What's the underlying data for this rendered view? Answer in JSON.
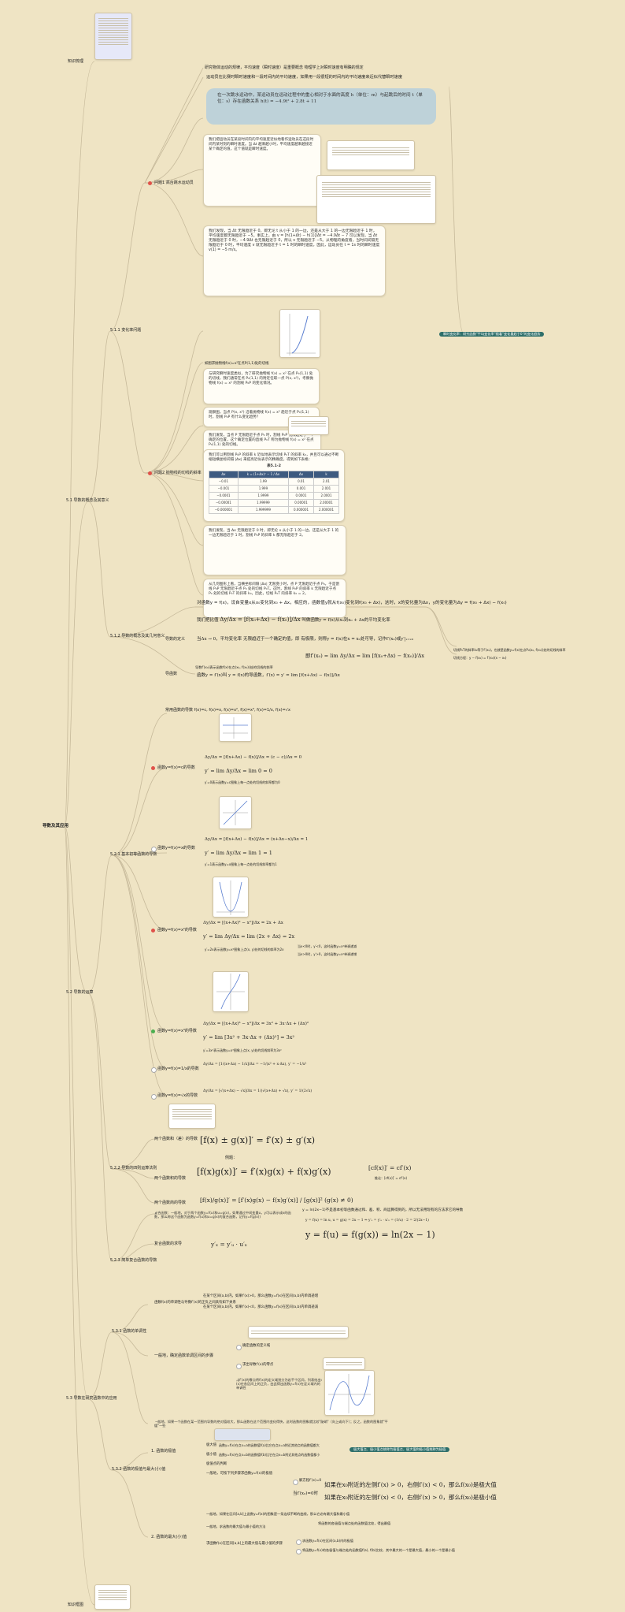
{
  "root": "导数及其应用",
  "branches": {
    "b1": "5.1 导数的概念及其意义",
    "b1_1": "5.1.1 变化率问题",
    "b1_1_a": "问题1 高台跳水运动员",
    "b1_1_b": "问题2 抛物线的切线的斜率",
    "b1_2": "5.1.2 导数的概念及其几何意义",
    "b2": "5.2 导数的运算",
    "b2_1": "5.2.1 基本初等函数的导数",
    "b2_2": "5.2.2 导数的四则运算法则",
    "b2_3": "5.2.3 简单复合函数的导数",
    "b3": "5.3 导数在研究函数中的应用",
    "b3_1": "5.3.1 函数的单调性",
    "b3_2": "5.3.2 函数的极值与最大(小)值",
    "top_note": "知识梳理",
    "bottom_note": "知识框图"
  },
  "texts": {
    "jump_intro": "研究物体运动的规律，平均速度（瞬时速度）是重要概念 物理学上对瞬时速度有明确的规定",
    "jump_q": "运动员在比赛时瞬时速度和一段时间内的平均速度，如果用一段很短的时间内的平均速度来近似代替瞬时速度",
    "jump_pill": "在一次跳水运动中，某运动员在运动过程中的重心相对于水面的高度 h（单位：m）与起跳后的时间 t（单位：s）存在函数关系 h(t) = −4.9t² + 2.8t + 11",
    "jump_box1": "我们把运动员在某段时间内的平均速度近似地看作运动员在这段时间内某时刻的瞬时速度。当 Δt 越来越小时，平均速度越来越接近某个确定的值，这个值就是瞬时速度。",
    "jump_box2": "我们发现，当 Δt 无限趋近于 0，即无论 t 从小于 1 的一边，还是从大于 1 的一边无限趋近于 1 时，平均速度都无限趋近于 −5。事实上，由 v = [h(1+Δt) − h(1)]/Δt = −4.9Δt − 7 可以发现，当 Δt 无限趋近于 0 时，−4.9Δt 也无限趋近于 0，所以 v 无限趋近于 −5。从物理的角度看，当时间间隔无限趋近于 0 时，平均速度 v 就无限趋近于 t = 1 时的瞬时速度，因此，运动员在 t = 1s 时的瞬时速度 v(1) = −5 m/s。",
    "tan_title": "如图求抛物线f(x)=x²在点P(1,1)处的切线",
    "tan_box1": "与研究瞬时速度类似，为了研究抛物线 f(x) = x² 在点 P₀(1,1) 处的切线，我们通常在点 P₀(1,1) 的附近任取一点 P(x, x²)，考察抛物线 f(x) = x² 的割线 P₀P 的变化情况。",
    "tan_box2": "观察图，当点 P(x, x²) 沿着抛物线 f(x) = x² 趋近于点 P₀(1,1) 时，割线 P₀P 有什么变化趋势？",
    "tan_box3": "我们发现，当点 P 无限趋近于点 P₀ 时，割线 P₀P 无限趋近于一个确定的位置，这个确定位置的直线 P₀T 称为抛物线 f(x) = x² 在点 P₀(1,1) 处的切线。",
    "tan_box4": "我们可以用割线 P₀P 的斜率 k 近似地表示切线 P₀T 的斜率 k₀，并且可以通过不断缩短横坐标间隔 |Δx| 来提高近似表示的精确度，得到如下表格：",
    "tan_box5": "我们发现，当 Δx 无限趋近于 0 时，即无论 x 从小于 1 的一边，还是从大于 1 的一边无限趋近于 1 时，割线 P₀P 的斜率 k 都无限趋近于 2。",
    "tan_box6": "从几何图形上看，当横坐标间隔 |Δx| 无限变小时，点 P 无限趋近于点 P₀，于是割线 P₀P 无限趋近于点 P₀ 处的切线 P₀T。这时，割线 P₀P 的斜率 k 无限趋近于点 P₀ 处的切线 P₀T 的斜率 k₀，因此，切线 P₀T 的斜率 k₀ = 2。",
    "table_head": "表5.1-2",
    "table_cols": [
      "Δx",
      "k = (1+Δx)² − 1 / Δx",
      "Δx",
      "k"
    ],
    "table_rows": [
      [
        "−0.01",
        "1.99",
        "0.01",
        "2.01"
      ],
      [
        "−0.001",
        "1.999",
        "0.001",
        "2.001"
      ],
      [
        "−0.0001",
        "1.9999",
        "0.0001",
        "2.0001"
      ],
      [
        "−0.00001",
        "1.99999",
        "0.00001",
        "2.00001"
      ],
      [
        "−0.000001",
        "1.999999",
        "0.000001",
        "2.000001"
      ]
    ],
    "deriv_def": "导数的定义",
    "deriv_p1": "对函数y = f(x)，设自变量x从x₀变化到x₀ + Δx，相应的，函数值y就从f(x₀)变化到f(x₀ + Δx)，这时，x的变化量为Δx，y的变化量为Δy = f(x₀ + Δx) − f(x₀)",
    "deriv_p2a": "我们把比值",
    "deriv_p2b": "叫做函数y = f(x)从x₀到x₀ + Δx的平均变化率",
    "deriv_p3a": "当Δx → 0，平均变化率",
    "deriv_p3b": "无限趋近于一个确定的值，即",
    "deriv_p3c": "有极限，则称y = f(x)在x = x₀处可导，记作f′(x₀)或y′|ₓ₌ₓ₀",
    "deriv_lim": "即f′(x₀) = lim Δy/Δx = lim [f(x₀+Δx) − f(x₀)]/Δx",
    "deriv_side1": "切线P₀T的斜率k₀等于f′(x₀)，也就是函数y=f(x)在点P₀(x₀, f(x₀))处的切线的斜率",
    "deriv_side2": "切线方程：y − f(x₀) = f′(x₀)(x − x₀)",
    "deriv_geo": "导数f′(x₀)表示函数f(x)在点(x₀, f(x₀))处的切线的斜率",
    "deriv_func_l": "导函数",
    "deriv_func": "函数y = f′(x)叫 y = f(x)的导函数，f′(x) = y′ = lim [f(x+Δx) − f(x)]/Δx",
    "basic_intro": "常用函数的导数 f(x)=c, f(x)=x, f(x)=x², f(x)=x³, f(x)=1/x, f(x)=√x",
    "fc_label": "函数y=f(x)=c的导数",
    "fc_note": "y′=0表示函数y=c图象上每一点处的切线的斜率都为0",
    "fx_label": "函数y=f(x)=x的导数",
    "fx_note": "y′=1表示函数y=x图象上每一点处的切线斜率都为1",
    "fx2_label": "函数y=f(x)=x²的导数",
    "fx2_n1": "y′=2x表示函数y=x²图象上点(x, y)处的切线的斜率为2x",
    "fx2_n2": "当x<0时，y′<0，这时函数y=x²单调递减",
    "fx2_n3": "当x>0时，y′>0，这时函数y=x²单调递增",
    "fx3_label": "函数y=f(x)=x³的导数",
    "fx3_note": "y′=3x²表示函数y=x³图象上点(x, y)处的切线斜率为3x²",
    "fr_label": "函数y=f(x)=1/x的导数",
    "fs_label": "函数y=f(x)=√x的导数",
    "rule_sum_l": "两个函数和（差）的导数",
    "rule_prod_l": "两个函数积的导数",
    "rule_quot_l": "两个函数商的导数",
    "rule_note": "推论：[cf(x)]′ = cf′(x)",
    "rule_eg": "例题：",
    "rule_sum": "[f(x) ± g(x)]′ = f′(x) ± g′(x)",
    "rule_prod": "[f(x)g(x)]′ = f′(x)g(x) + f(x)g′(x)",
    "rule_quot": "[f(x)/g(x)]′ = [f′(x)g(x) − f(x)g′(x)] / [g(x)]²   (g(x) ≠ 0)",
    "rule_cf": "[cf(x)]′ = cf′(x)",
    "comp_def": "复合函数：一般地，对于两个函数y=f(u)和u=g(x)，如果通过中间变量u，y可以表示成x的函数，那么称这个函数为函数y=f(u)和u=g(x)的复合函数，记作y=f(g(x))",
    "comp_rule_l": "复合函数的求导",
    "comp_rule": "y′ₓ = y′ᵤ · u′ₓ",
    "comp_eg1": "y = ln(2x−1)不是基本初等函数通过和、差、积、商运算得到的，所以无法用现有的方法求它的导数",
    "comp_eg2": "y = f(u) = f(g(x)) = ln(2x − 1)",
    "mono_1": "函数f(x)的单调性与导数f′(x)的正负之间具有如下关系",
    "mono_2": "在某个区间(a,b)内，如果f′(x)>0，那么函数y=f(x)在区间(a,b)内单调递增",
    "mono_3": "在某个区间(a,b)内，如果f′(x)<0，那么函数y=f(x)在区间(a,b)内单调递减",
    "mono_step": "一般地，确定函数单调区间的步骤",
    "mono_s1": "确定函数的定义域",
    "mono_s2": "求出导数f′(x)的零点",
    "mono_s3": "用f′(x)的零点将f(x)的定义域划分为若干个区间，列表给出f′(x)在各区间上的正负，由此得出函数y=f(x)在定义域内的单调性",
    "mono_note": "一般地，如果一个函数在某一范围内导数的绝对值较大，那么函数在这个范围内变化得快，这时函数的图象就比较\"陡峭\"（向上或向下）；反之，函数的图象就\"平缓\"一些",
    "ext_1": "1. 函数的极值",
    "ext_max_l": "极大值",
    "ext_min_l": "极小值",
    "ext_tag": "极大值点、极小值点统称为极值点，极大值和极小值统称为极值",
    "ext_judge": "一般地，可按下列步骤求函数y=f(x)的极值",
    "ext_s1": "解方程f′(x)=0",
    "ext_s2": "当f′(x₀)=0时",
    "ext_c1": "如果在x₀附近的左侧f′(x) > 0，右侧f′(x) < 0，那么f(x₀)是极大值",
    "ext_c2": "如果在x₀附近的左侧f′(x) < 0，右侧f′(x) > 0，那么f(x₀)是极小值",
    "ext_2": "2. 函数的最大(小)值",
    "max_1": "一般地，如果在区间[a,b]上函数y=f(x)的图象是一条连续不断的曲线，那么它必有最大值和最小值",
    "max_s": "求函数f(x)在区间[a,b]上的最大值与最小值的步骤",
    "max_s1": "求函数y=f(x)在区间(a,b)内的极值",
    "max_s2": "将函数y=f(x)的各极值与端点处的函数值f(a), f(b)比较，其中最大的一个是最大值，最小的一个是最小值"
  },
  "side_tag": "瞬时变化率：研究函数\"平均变化率\"随着\"变化量趋于0\"的变化趋势",
  "colors": {
    "bg": "#efe4c4",
    "line": "#c6b99a",
    "red": "#e0524a",
    "green": "#4caf50",
    "teal": "#2e6f6a",
    "pill": "#bed2d9"
  }
}
